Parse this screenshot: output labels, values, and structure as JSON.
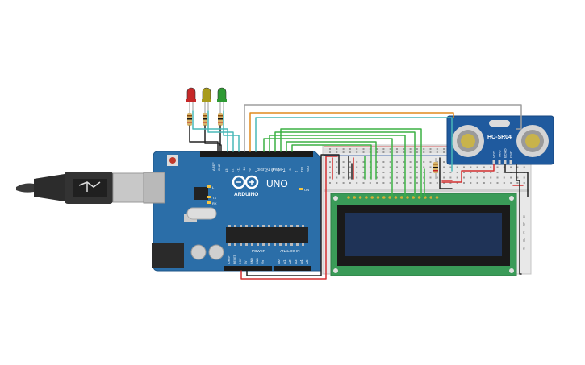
{
  "components": {
    "arduino": {
      "brand": "ARDUINO",
      "model": "UNO",
      "digital_label": "DIGITAL (PWM~)",
      "analog_label": "ANALOG IN",
      "power_label": "POWER",
      "tx_label": "TX",
      "rx_label": "RX",
      "l_label": "L",
      "on_label": "ON",
      "aref_label": "AREF",
      "gnd_label": "GND",
      "pins_top": [
        "13",
        "12",
        "~11",
        "~10",
        "~9",
        "8",
        "7",
        "~6",
        "~5",
        "4",
        "~3",
        "2",
        "TX1",
        "RX0"
      ],
      "pins_power": [
        "IOREF",
        "RESET",
        "3.3V",
        "5V",
        "GND",
        "GND",
        "Vin"
      ],
      "pins_analog": [
        "A0",
        "A1",
        "A2",
        "A3",
        "A4",
        "A5"
      ],
      "color": "#2b6ea8"
    },
    "sensor": {
      "label": "HC-SR04",
      "pins": [
        "VCC",
        "TRIG",
        "ECHO",
        "GND"
      ],
      "color": "#1f5a9e"
    },
    "lcd": {
      "color": "#3a9b58",
      "screen_color": "#1f3357"
    },
    "leds": [
      {
        "name": "red",
        "color": "#c62828"
      },
      {
        "name": "yellow",
        "color": "#a89b1c"
      },
      {
        "name": "green",
        "color": "#2e9a33"
      }
    ],
    "breadboard": {
      "row_labels": [
        "a",
        "b",
        "c",
        "d",
        "e"
      ]
    }
  },
  "wire_colors": {
    "black": "#222222",
    "red": "#d32f2f",
    "green": "#3bb143",
    "orange": "#e08a1e",
    "gray": "#9e9e9e",
    "teal": "#48b8b8"
  }
}
